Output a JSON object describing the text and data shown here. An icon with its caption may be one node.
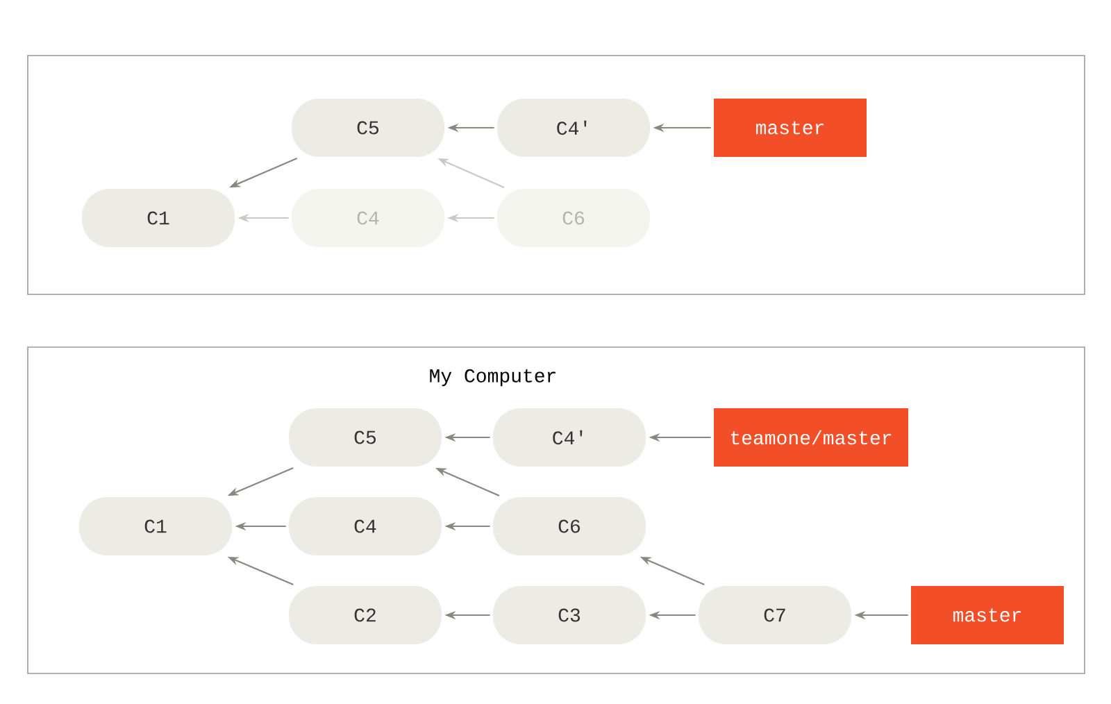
{
  "diagram": {
    "nodes": [
      {
        "text": [],
        "shape": "box"
      },
      {
        "text": [
          "C5"
        ],
        "in": 0
      },
      {
        "text": [
          "C4'"
        ],
        "in": 0
      },
      {
        "text": [
          "master"
        ],
        "in": 0
      },
      {
        "text": [
          "C1"
        ],
        "in": 0
      },
      {
        "text": [
          "C4"
        ],
        "in": 0
      },
      {
        "text": [
          "C6"
        ],
        "in": 0
      },
      {
        "text": [
          "My Computer"
        ]
      },
      {
        "text": [
          "C5"
        ],
        "in": 7
      },
      {
        "text": [
          "C4'"
        ],
        "in": 7
      },
      {
        "text": [
          "teamone/master"
        ],
        "in": 7
      },
      {
        "text": [
          "C1"
        ],
        "in": 7
      },
      {
        "text": [
          "C4"
        ],
        "in": 7
      },
      {
        "text": [
          "C6"
        ],
        "in": 7
      },
      {
        "text": [
          "C2"
        ],
        "in": 7
      },
      {
        "text": [
          "C3"
        ],
        "in": 7
      },
      {
        "text": [
          "C7"
        ],
        "in": 7
      },
      {
        "text": [
          "master"
        ],
        "in": 7
      }
    ],
    "edges": [
      {
        "from": 1,
        "to": 4,
        "arrow": "to"
      },
      {
        "from": 2,
        "to": 1,
        "arrow": "to"
      },
      {
        "from": 3,
        "to": 2,
        "arrow": "to"
      },
      {
        "from": 5,
        "to": 4,
        "arrow": "to",
        "color": "#cbc9c4"
      },
      {
        "from": 6,
        "to": 5,
        "arrow": "to",
        "color": "#cbc9c4"
      },
      {
        "from": 6,
        "to": 1,
        "arrow": "to",
        "color": "#cbc9c4"
      },
      {
        "from": 8,
        "to": 11,
        "arrow": "to"
      },
      {
        "from": 12,
        "to": 11,
        "arrow": "to"
      },
      {
        "from": 14,
        "to": 11,
        "arrow": "to"
      },
      {
        "from": 9,
        "to": 8,
        "arrow": "to"
      },
      {
        "from": 13,
        "to": 8,
        "arrow": "to"
      },
      {
        "from": 13,
        "to": 12,
        "arrow": "to"
      },
      {
        "from": 15,
        "to": 14,
        "arrow": "to"
      },
      {
        "from": 16,
        "to": 15,
        "arrow": "to"
      },
      {
        "from": 16,
        "to": 13,
        "arrow": "to"
      },
      {
        "from": 10,
        "to": 9,
        "arrow": "to"
      },
      {
        "from": 17,
        "to": 16,
        "arrow": "to"
      }
    ]
  }
}
